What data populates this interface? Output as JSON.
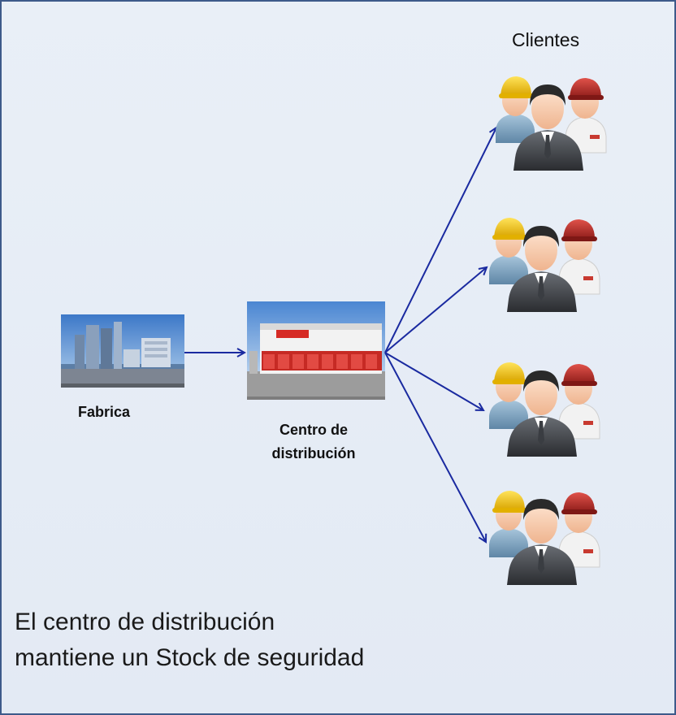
{
  "diagram": {
    "clients_heading": "Clientes",
    "factory_label": "Fabrica",
    "distribution_center_label": {
      "line1": "Centro de",
      "line2": "distribución"
    },
    "footnote": {
      "line1": "El centro de distribución",
      "line2": "mantiene un Stock de seguridad"
    },
    "arrow_color": "#1a2aa0",
    "icons": {
      "factory": "factory-photo-icon",
      "warehouse": "distribution-center-photo-icon",
      "clients": "client-group-icon"
    }
  }
}
